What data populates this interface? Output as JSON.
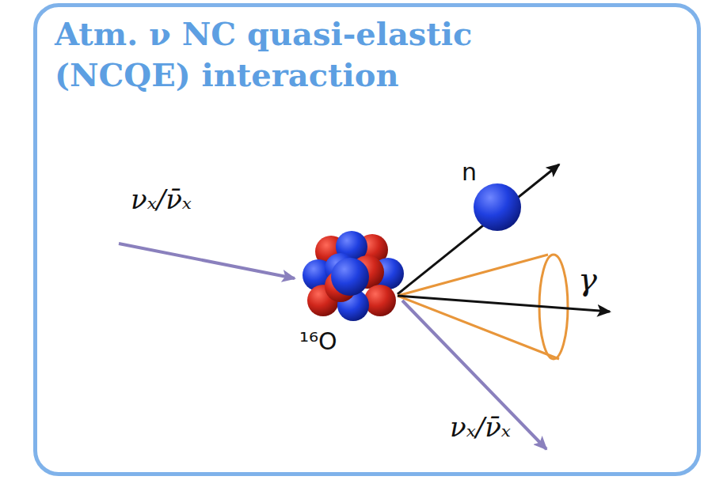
{
  "diagram": {
    "nodes": [
      {
        "text": [
          "Atm. ν NC quasi-elastic (NCQE) interaction"
        ]
      }
    ],
    "labels": [
      "νₓ/ν̄ₓ",
      "n",
      "¹⁶O",
      "γ",
      "νₓ/ν̄ₓ"
    ]
  }
}
